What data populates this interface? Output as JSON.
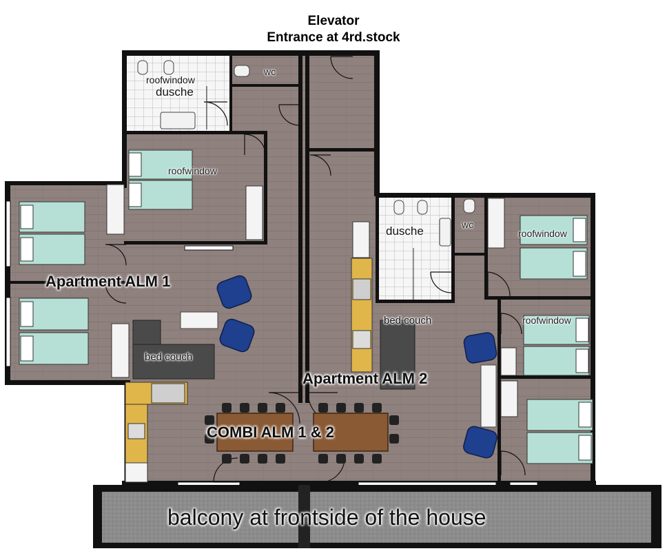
{
  "header": {
    "line1": "Elevator",
    "line2": "Entrance at 4rd.stock"
  },
  "apartments": {
    "alm1": "Apartment ALM 1",
    "alm2": "Apartment  ALM 2",
    "combi": "COMBI  ALM 1 & 2"
  },
  "rooms": {
    "dusche_left": "dusche",
    "dusche_right": "dusche",
    "wc_left": "wc",
    "wc_right": "wc",
    "roofwindow_bath": "roofwindow",
    "roofwindow_bedroom1": "roofwindow",
    "roofwindow_right_top": "roofwindow",
    "roofwindow_right_mid": "roofwindow",
    "bed_couch_left": "bed couch",
    "bed_couch_right": "bed couch"
  },
  "balcony": "balcony at frontside of the house",
  "colors": {
    "wall": "#111111",
    "floor": "#8f817e",
    "floor_line": "#857674",
    "bed": "#b6e0d6",
    "armchair": "#1f3f8f",
    "table": "#8a5a35",
    "counter": "#e0b54a",
    "balcony": "#8a8a8a",
    "tile": "#f4f4f4"
  }
}
